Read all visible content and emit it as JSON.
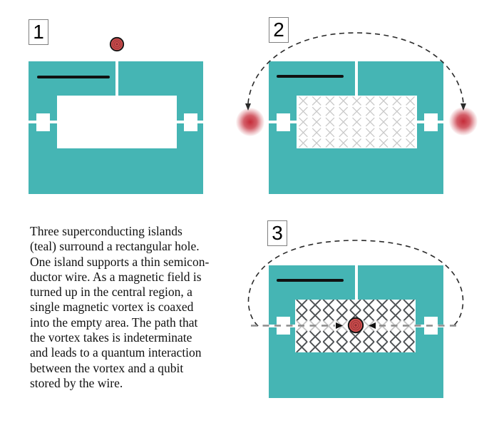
{
  "figure": {
    "type": "physics-schematic",
    "background": "#ffffff"
  },
  "panels": [
    {
      "label": "1",
      "name": "vortex-outside",
      "has_vortex": true,
      "vortex_position": "above-slit"
    },
    {
      "label": "2",
      "name": "field-on-vortex-approaching",
      "lattice": {
        "rows": 5,
        "cols": 9,
        "half_size": 5.6,
        "stroke_width": 1.3,
        "color": "#c9c9c9",
        "symbol": "x-field-into-page"
      },
      "has_blobs": true
    },
    {
      "label": "3",
      "name": "vortex-trapped-center",
      "lattice": {
        "rows": 5,
        "cols": 9,
        "half_size": 7,
        "stroke_width": 1.9,
        "color": "#4d5154",
        "faded_row": 2,
        "faded_color": "#c4c4c4",
        "symbol": "x-field-into-page"
      },
      "has_vortex": true,
      "vortex_position": "center-of-hole"
    }
  ],
  "description": {
    "lines": [
      "Three superconducting islands",
      "(teal) surround a rectangular hole.",
      "One island supports a thin semicon-",
      "ductor wire. As a magnetic field is",
      "turned up in the central region, a",
      "single magnetic vortex is coaxed",
      "into the empty area. The path that",
      "the vortex takes is indeterminate",
      "and leads to a quantum interaction",
      "between the vortex and a qubit",
      "stored by the wire."
    ]
  },
  "icons": {
    "vortex": "magnetic-vortex-icon",
    "blob": "fuzzy-vortex-probability-icon",
    "lattice_x": "field-into-page-x-icon",
    "dashed_path": "indeterminate-path-icon"
  },
  "colors": {
    "island_teal": "#45b5b4",
    "vortex_red": "#d14f4f",
    "vortex_ring": "#8e3032",
    "vortex_outline": "#141414",
    "blob_red": "#c2202e",
    "lattice_light": "#c9c9c9",
    "lattice_dark": "#4d5154",
    "lattice_faded": "#c4c4c4",
    "dash_dark": "#2a2a2a",
    "dash_gray": "#8c8c8c",
    "wire_black": "#111111",
    "box_border": "#7f7f7f",
    "text_color": "#101010"
  }
}
